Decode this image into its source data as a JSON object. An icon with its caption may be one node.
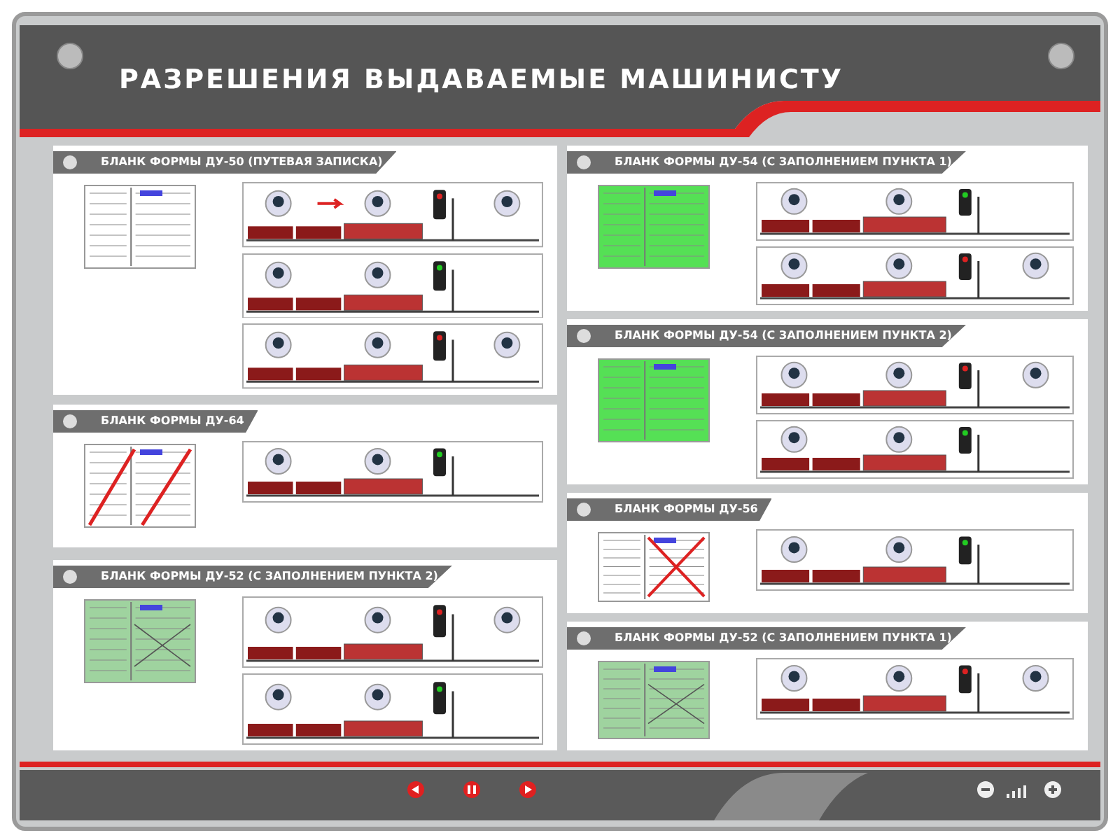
{
  "diagram": {
    "title": "РАЗРЕШЕНИЯ ВЫДАВАЕМЫЕ МАШИНИСТУ",
    "nodes": [
      {
        "text": [
          "БЛАНК ФОРМЫ ДУ-50 (ПУТЕВАЯ ЗАПИСКА)"
        ]
      },
      {
        "text": [
          "БЛАНК ФОРМЫ ДУ-64"
        ]
      },
      {
        "text": [
          "БЛАНК ФОРМЫ ДУ-52 (С ЗАПОЛНЕНИЕМ ПУНКТА 2)"
        ]
      },
      {
        "text": [
          "БЛАНК ФОРМЫ ДУ-54 (С ЗАПОЛНЕНИЕМ ПУНКТА 1)"
        ]
      },
      {
        "text": [
          "БЛАНК ФОРМЫ ДУ-54 (С ЗАПОЛНЕНИЕМ ПУНКТА 2)"
        ]
      },
      {
        "text": [
          "БЛАНК ФОРМЫ ДУ-56"
        ]
      },
      {
        "text": [
          "БЛАНК ФОРМЫ ДУ-52 (С ЗАПОЛНЕНИЕМ ПУНКТА 1)"
        ]
      }
    ],
    "edges": []
  }
}
